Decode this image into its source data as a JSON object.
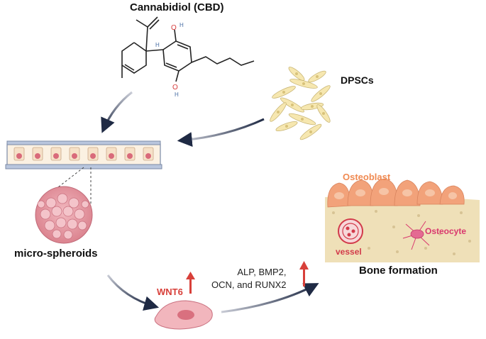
{
  "labels": {
    "cbd": "Cannabidiol (CBD)",
    "dpscs": "DPSCs",
    "micro_spheroids": "micro-spheroids",
    "genes_line1": "ALP, BMP2,",
    "genes_line2": "OCN, and  RUNX2",
    "wnt6": "WNT6",
    "bone_formation": "Bone formation",
    "osteoblast": "Osteoblast",
    "osteocyte": "Osteocyte",
    "vessel": "vessel",
    "hydroxyl_o": "O",
    "hydroxyl_h": "H"
  },
  "colors": {
    "arrow": "#1f2a44",
    "up_arrow": "#d8403a",
    "spheroid": "#e8a0a8",
    "osteoblast": "#f2a27a",
    "bone_matrix": "#efe0b8",
    "cell_fill": "#f6e7b0",
    "bone_cell": "#f2b6bd"
  },
  "icons": {
    "arrows": "curved-arrow-icon",
    "up_arrow": "up-arrow-icon",
    "plate": "culture-plate-icon"
  }
}
